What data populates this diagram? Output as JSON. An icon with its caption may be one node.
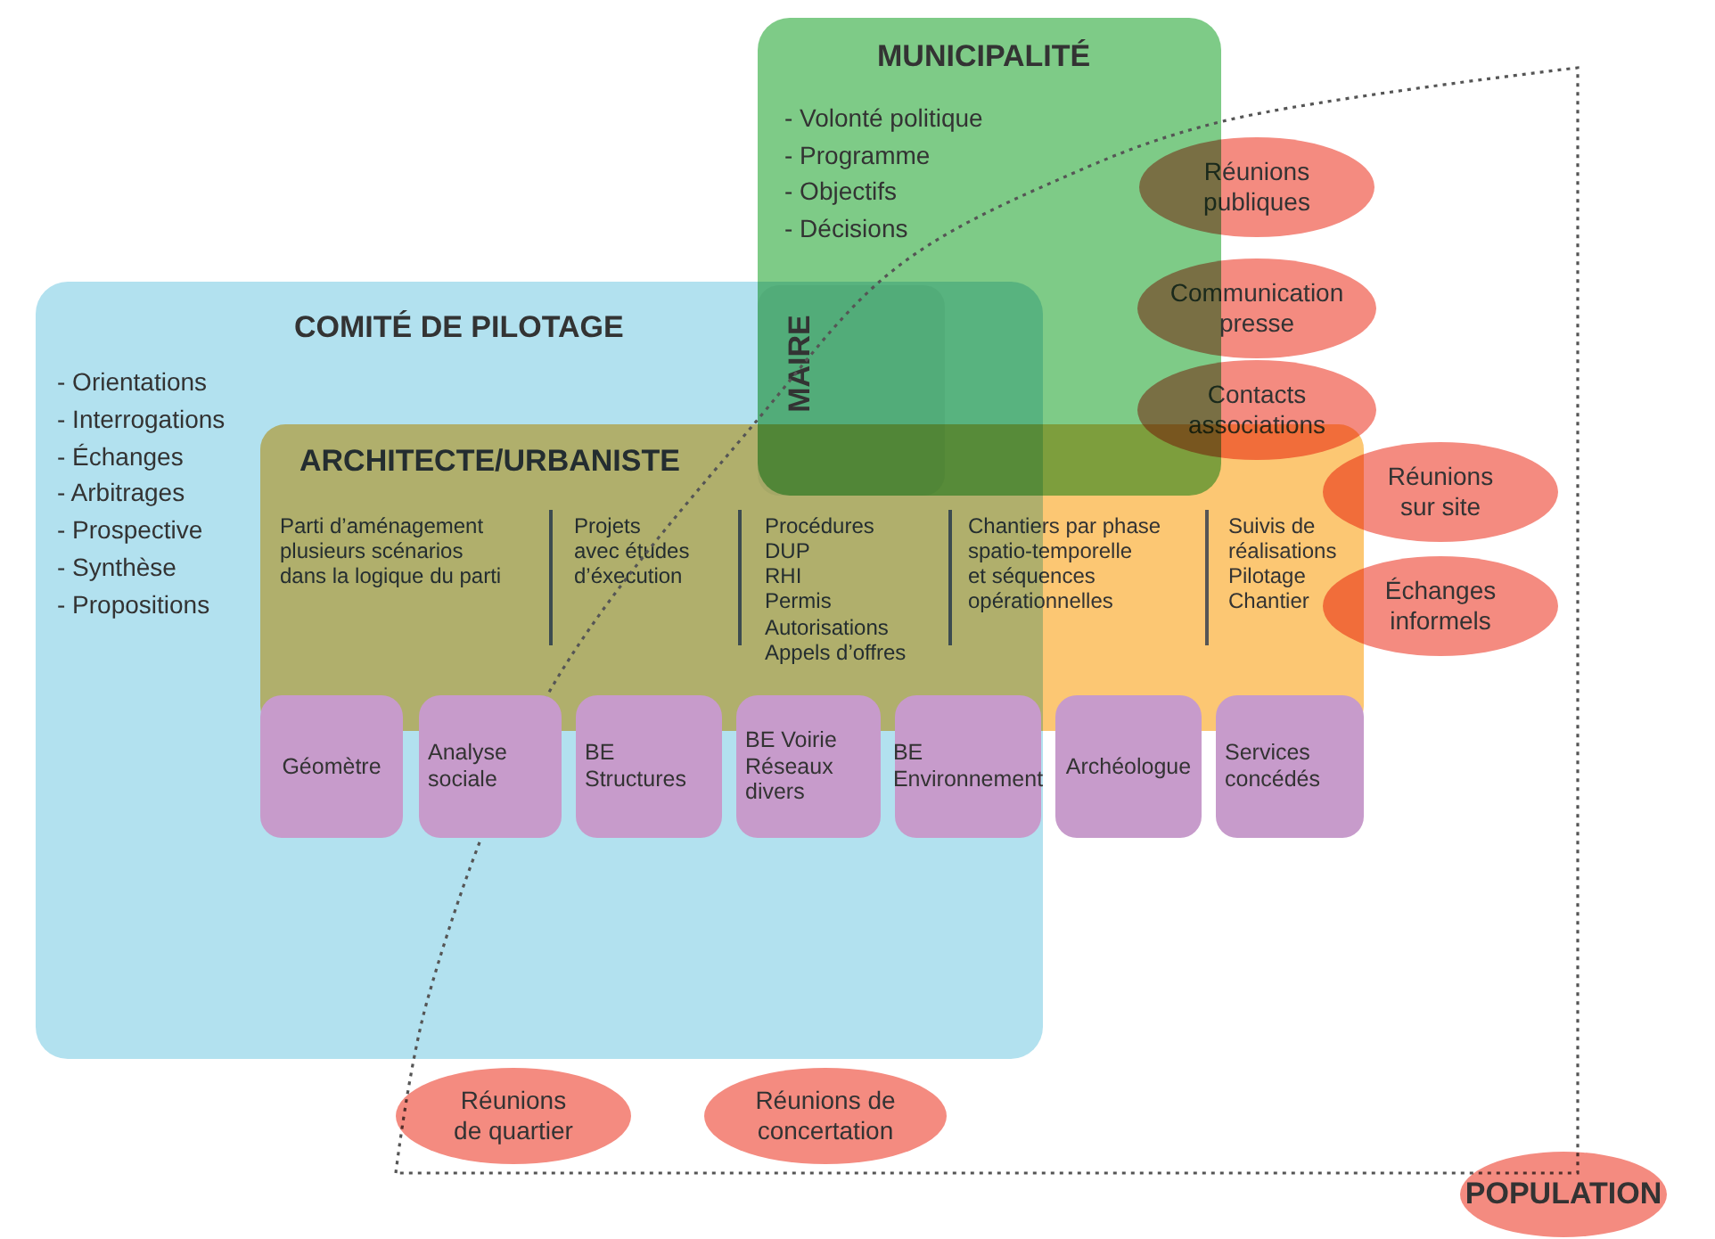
{
  "diagram": {
    "nodes": [
      {
        "text": [
          "MUNICIPALITÉ",
          "- Volonté politique",
          "- Programme",
          "- Objectifs",
          "- Décisions"
        ]
      },
      {
        "text": [
          "COMITÉ DE PILOTAGE",
          "- Orientations",
          "- Interrogations",
          "- Échanges",
          "- Arbitrages",
          "- Prospective",
          "- Synthèse",
          "- Propositions"
        ]
      },
      {
        "text": [
          "ARCHITECTE/URBANISTE",
          "Parti d’aménagement plusieurs scénarios dans la logique du parti",
          "Projets avec études d’éxecution",
          "Procédures",
          "DUP",
          "RHI",
          "Permis",
          "Autorisations",
          "Appels d’offres",
          "Chantiers par phase spatio-temporelle et séquences opérationnelles",
          "Suivis de réalisations",
          "Pilotage",
          "Chantier"
        ]
      },
      {
        "text": [
          "MAIRE"
        ]
      },
      {
        "text": [
          "Géomètre"
        ],
        "in": 1
      },
      {
        "text": [
          "Analyse sociale"
        ],
        "in": 1
      },
      {
        "text": [
          "BE Structures"
        ],
        "in": 1
      },
      {
        "text": [
          "BE Voirie Réseaux divers"
        ],
        "in": 1
      },
      {
        "text": [
          "BE Environnement"
        ],
        "in": 1
      },
      {
        "text": [
          "Archéologue"
        ]
      },
      {
        "text": [
          "Services concédés"
        ]
      },
      {
        "text": [
          "Réunions publiques"
        ]
      },
      {
        "text": [
          "Communication presse"
        ]
      },
      {
        "text": [
          "Contacts associations"
        ]
      },
      {
        "text": [
          "Réunions sur site"
        ]
      },
      {
        "text": [
          "Échanges informels"
        ]
      },
      {
        "text": [
          "Réunions de quartier"
        ]
      },
      {
        "text": [
          "Réunions de concertation"
        ]
      },
      {
        "text": [
          "POPULATION"
        ]
      }
    ]
  }
}
